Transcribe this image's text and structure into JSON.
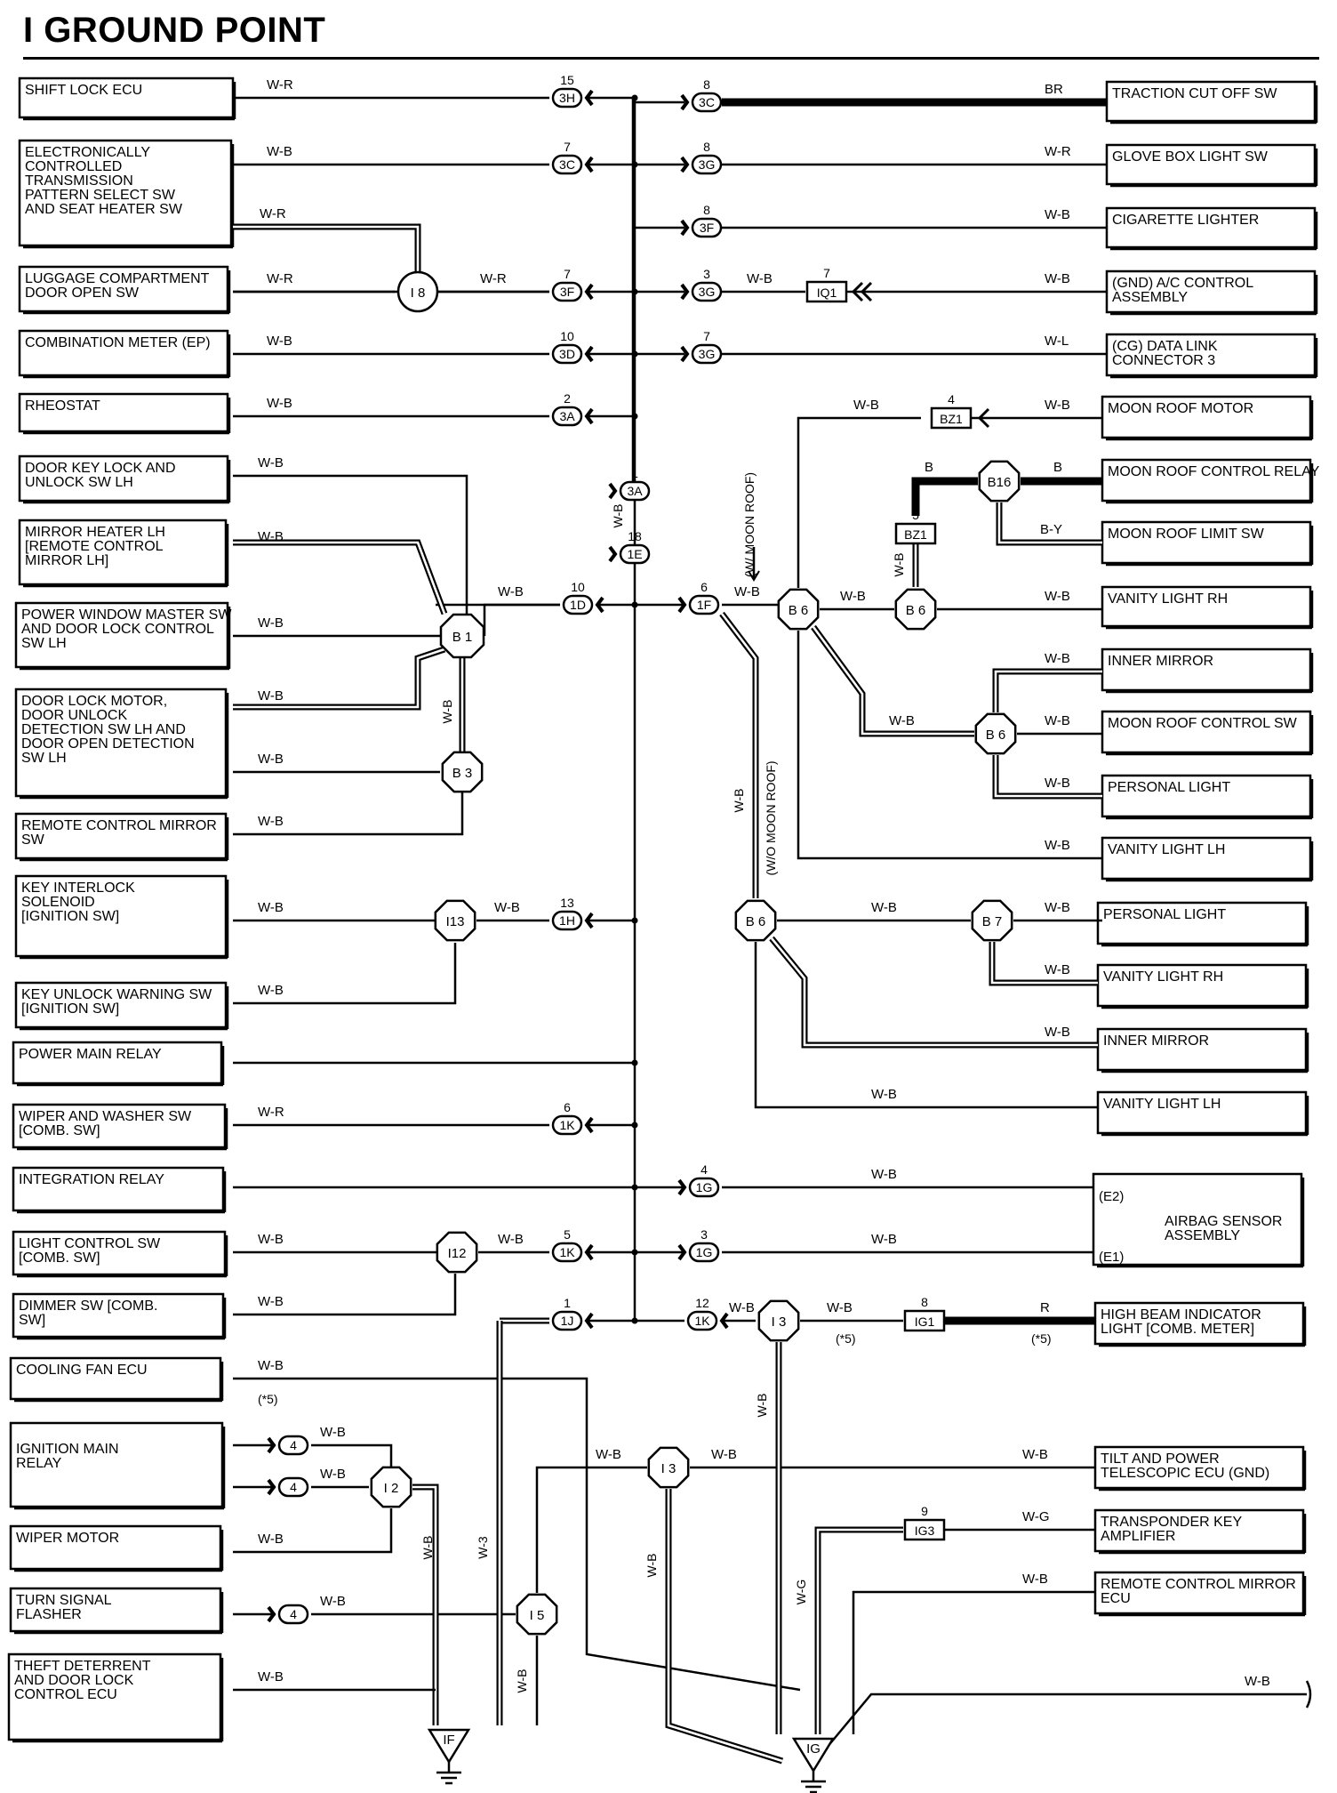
{
  "title": "I GROUND POINT",
  "left_components": [
    "SHIFT LOCK ECU",
    "ELECTRONICALLY CONTROLLED TRANSMISSION PATTERN SELECT SW AND SEAT HEATER SW",
    "LUGGAGE COMPARTMENT DOOR OPEN SW",
    "COMBINATION METER (EP)",
    "RHEOSTAT",
    "DOOR KEY LOCK AND UNLOCK SW LH",
    "MIRROR HEATER LH [REMOTE CONTROL MIRROR LH]",
    "POWER WINDOW MASTER SW AND DOOR LOCK CONTROL SW LH",
    "DOOR LOCK MOTOR, DOOR UNLOCK DETECTION SW LH AND DOOR OPEN DETECTION SW LH",
    "REMOTE CONTROL MIRROR SW",
    "KEY INTERLOCK SOLENOID [IGNITION SW]",
    "KEY UNLOCK WARNING SW [IGNITION SW]",
    "POWER MAIN RELAY",
    "WIPER AND WASHER SW [COMB. SW]",
    "INTEGRATION RELAY",
    "LIGHT CONTROL SW [COMB. SW]",
    "DIMMER SW [COMB. SW]",
    "COOLING FAN ECU",
    "IGNITION MAIN RELAY",
    "WIPER MOTOR",
    "TURN SIGNAL FLASHER",
    "THEFT DETERRENT AND DOOR LOCK CONTROL ECU"
  ],
  "right_components": [
    "TRACTION CUT OFF SW",
    "GLOVE BOX LIGHT SW",
    "CIGARETTE LIGHTER",
    "A/C CONTROL ASSEMBLY",
    "DATA LINK CONNECTOR 3",
    "MOON ROOF MOTOR",
    "MOON ROOF CONTROL RELAY",
    "MOON ROOF LIMIT SW",
    "VANITY LIGHT RH",
    "INNER MIRROR",
    "MOON ROOF CONTROL SW",
    "PERSONAL LIGHT",
    "VANITY LIGHT LH",
    "PERSONAL LIGHT",
    "VANITY LIGHT RH",
    "INNER MIRROR",
    "VANITY LIGHT LH",
    "AIRBAG SENSOR ASSEMBLY",
    "HIGH BEAM INDICATOR LIGHT [COMB. METER]",
    "TILT AND POWER TELESCOPIC ECU (GND)",
    "TRANSPONDER KEY AMPLIFIER",
    "REMOTE CONTROL MIRROR ECU"
  ],
  "terminal_notes": [
    "(GND)",
    "(CG)",
    "(E2)",
    "(E1)"
  ],
  "wire_colors": [
    "W-R",
    "W-B",
    "BR",
    "W-L",
    "B",
    "B-Y",
    "R",
    "W-G",
    "W-3"
  ],
  "connectors": [
    {
      "id": "3H",
      "pin": "15"
    },
    {
      "id": "3C",
      "pin": "8"
    },
    {
      "id": "3C",
      "pin": "7"
    },
    {
      "id": "3G",
      "pin": "8"
    },
    {
      "id": "3F",
      "pin": "8"
    },
    {
      "id": "3F",
      "pin": "7"
    },
    {
      "id": "3G",
      "pin": "3"
    },
    {
      "id": "3D",
      "pin": "10"
    },
    {
      "id": "3G",
      "pin": "7"
    },
    {
      "id": "3A",
      "pin": "2"
    },
    {
      "id": "3A",
      "pin": "1"
    },
    {
      "id": "1E",
      "pin": "18"
    },
    {
      "id": "1D",
      "pin": "10"
    },
    {
      "id": "1F",
      "pin": "6"
    },
    {
      "id": "1H",
      "pin": "13"
    },
    {
      "id": "1K",
      "pin": "6"
    },
    {
      "id": "1G",
      "pin": "4"
    },
    {
      "id": "1K",
      "pin": "5"
    },
    {
      "id": "1G",
      "pin": "3"
    },
    {
      "id": "1J",
      "pin": "1"
    },
    {
      "id": "1K",
      "pin": "12"
    },
    {
      "id": "IQ1",
      "pin": "7"
    },
    {
      "id": "BZ1",
      "pin": "4"
    },
    {
      "id": "BZ1",
      "pin": "5"
    },
    {
      "id": "IG1",
      "pin": "8"
    },
    {
      "id": "IG3",
      "pin": "9"
    },
    {
      "id": "4",
      "pin": ""
    }
  ],
  "junctions": [
    "I 8",
    "B 1",
    "B 3",
    "I13",
    "I12",
    "I 3",
    "I 2",
    "I 5",
    "B 6",
    "B16",
    "B 7"
  ],
  "annotations": [
    "(W/ MOON ROOF)",
    "(W/O MOON ROOF)",
    "(*5)"
  ],
  "ground_points": [
    "IF",
    "IG"
  ]
}
